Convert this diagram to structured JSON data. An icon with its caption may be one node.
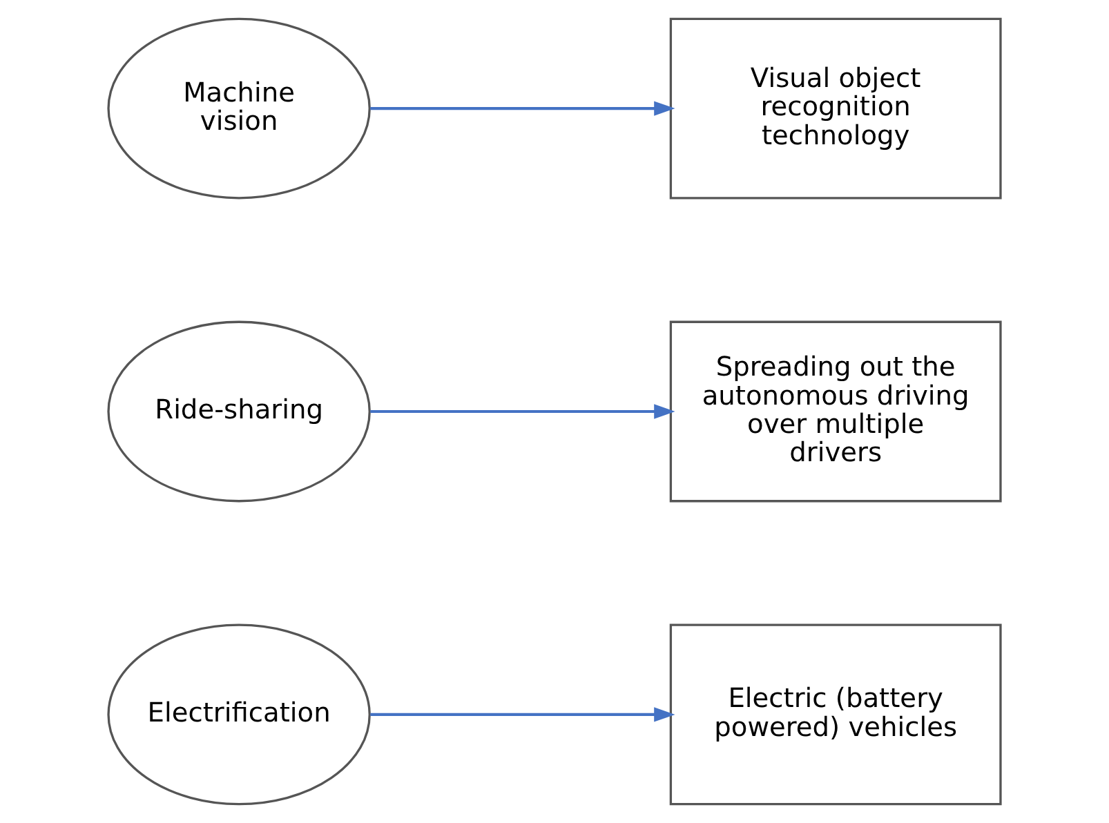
{
  "diagram": {
    "nodes": [
      {
        "text": [
          "Machine vision"
        ]
      },
      {
        "text": [
          "Visual object recognition technology"
        ]
      },
      {
        "text": [
          "Ride-sharing"
        ]
      },
      {
        "text": [
          "Spreading out the autonomous driving over multiple drivers"
        ]
      },
      {
        "text": [
          "Electrification"
        ]
      },
      {
        "text": [
          "Electric (battery powered) vehicles"
        ]
      }
    ],
    "edges": [
      {
        "from": 0,
        "to": 1,
        "arrow": "to"
      },
      {
        "from": 2,
        "to": 3,
        "arrow": "to"
      },
      {
        "from": 4,
        "to": 5,
        "arrow": "to"
      }
    ]
  }
}
